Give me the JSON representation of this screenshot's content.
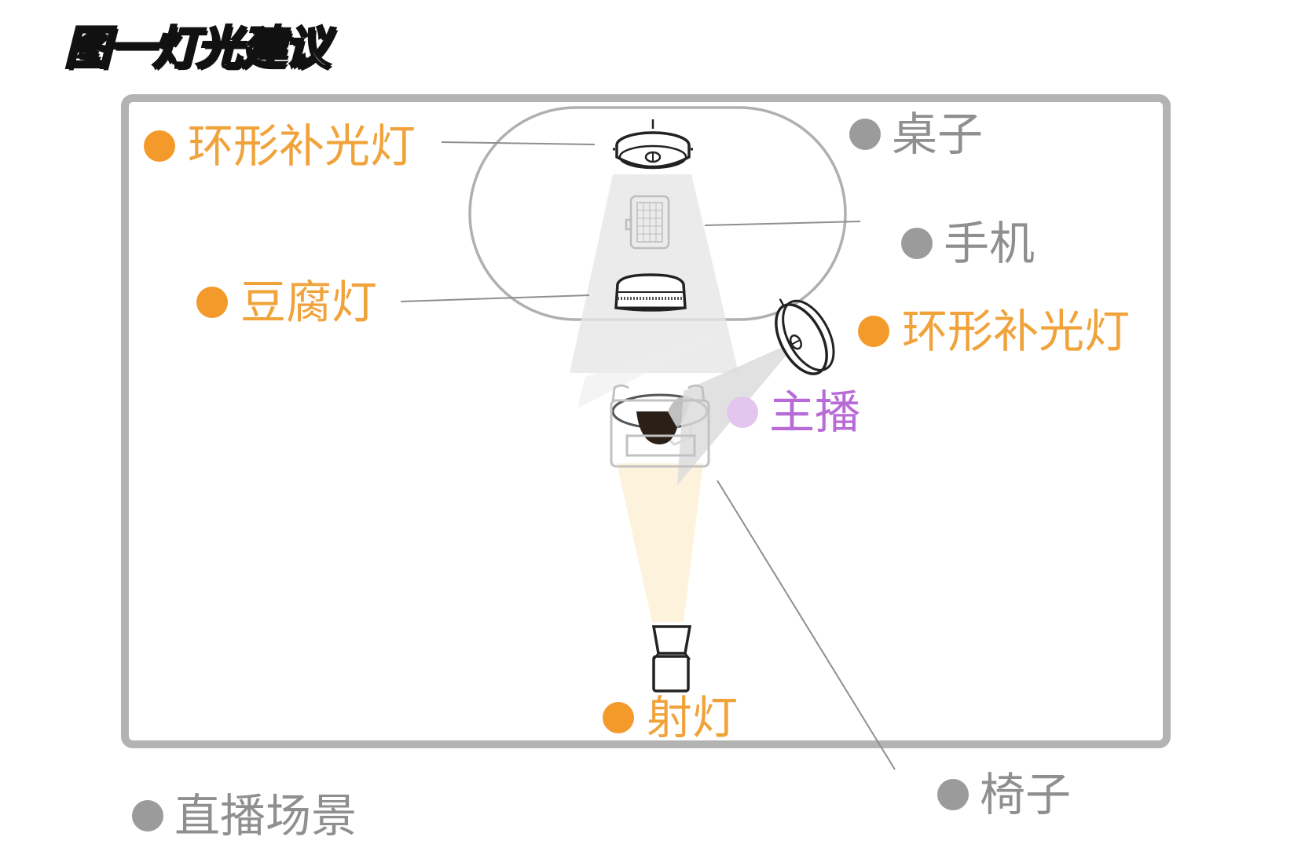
{
  "title": "图一灯光建议",
  "colors": {
    "orange": "#f39a2b",
    "gray": "#9b9b9b",
    "purple": "#b86ad6",
    "border": "#b3b3b3"
  },
  "labels": {
    "ring_light_top": "环形补光灯",
    "desk": "桌子",
    "phone": "手机",
    "tofu_light": "豆腐灯",
    "ring_light_right": "环形补光灯",
    "host": "主播",
    "spotlight": "射灯",
    "chair": "椅子",
    "scene": "直播场景"
  },
  "icons": {
    "ring_light_top": "ring-light-icon",
    "ring_light_right": "ring-light-icon",
    "phone": "phone-icon",
    "tofu_light": "tofu-light-panel-icon",
    "host": "person-top-view-icon",
    "chair": "chair-icon",
    "spotlight": "spotlight-icon"
  }
}
